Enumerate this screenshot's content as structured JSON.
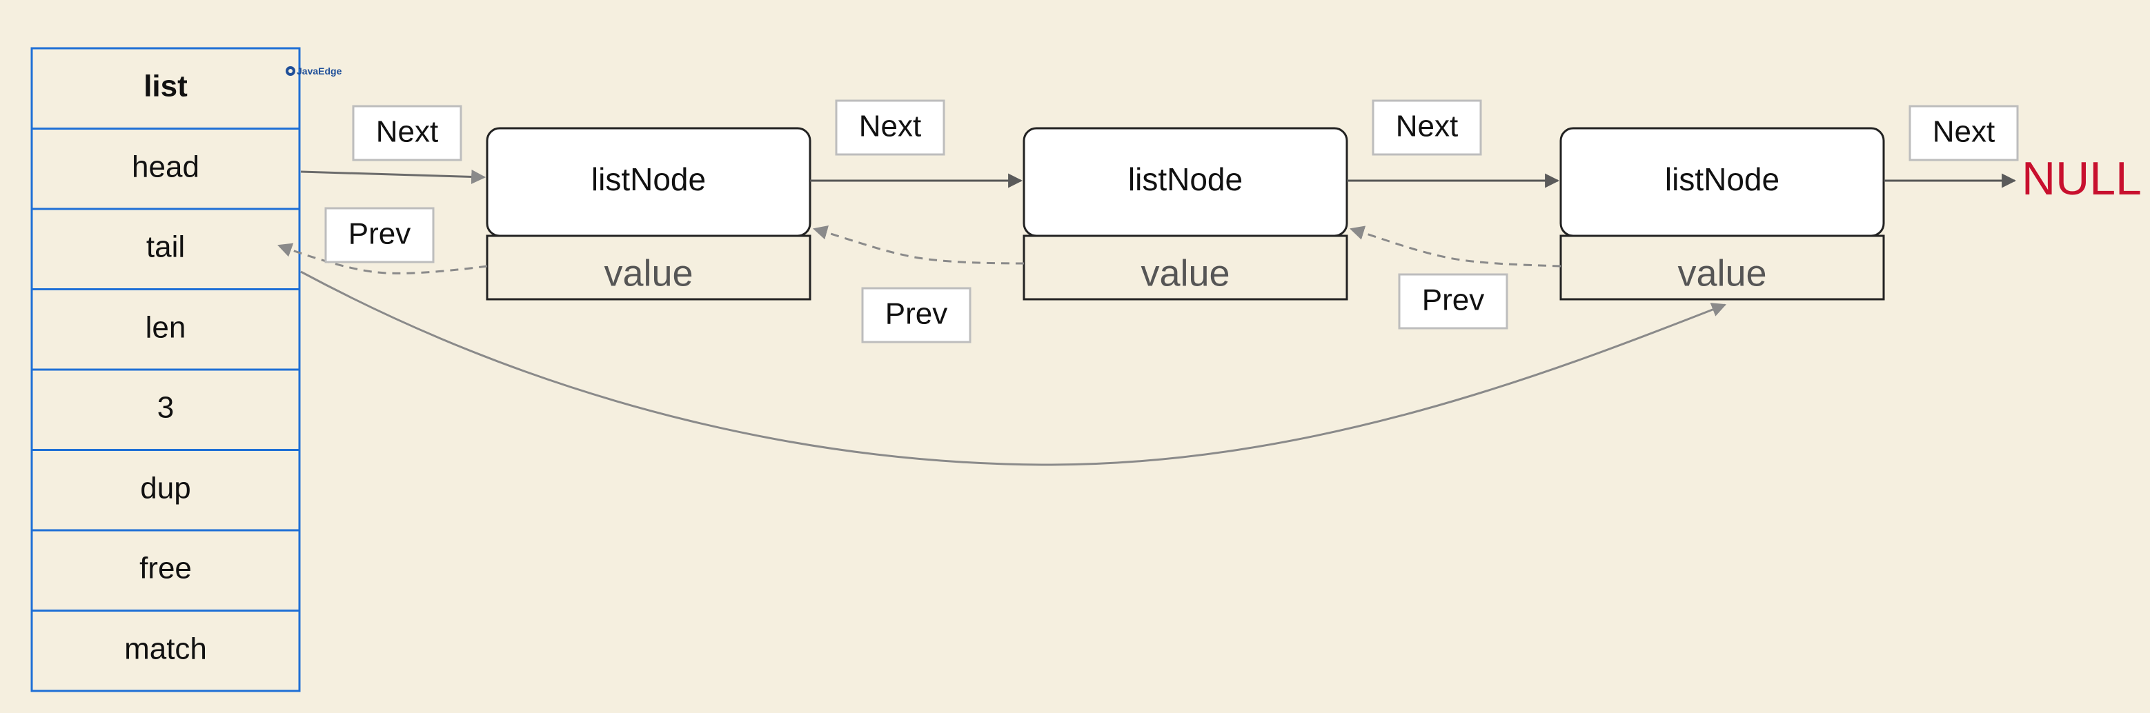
{
  "list_struct": {
    "title": "list",
    "fields": [
      "head",
      "tail",
      "len",
      "3",
      "dup",
      "free",
      "match"
    ]
  },
  "nodes": [
    {
      "label": "listNode",
      "value": "value"
    },
    {
      "label": "listNode",
      "value": "value"
    },
    {
      "label": "listNode",
      "value": "value"
    }
  ],
  "edge_labels": {
    "next": [
      "Next",
      "Next",
      "Next",
      "Next"
    ],
    "prev": [
      "Prev",
      "Prev",
      "Prev"
    ]
  },
  "terminal": "NULL",
  "watermark": "JavaEdge",
  "colors": {
    "background": "#f5efdf",
    "list_border": "#1e6fd6",
    "null_text": "#c8102e",
    "arrow": "#666666",
    "dashed_arrow": "#8a8a8a"
  }
}
